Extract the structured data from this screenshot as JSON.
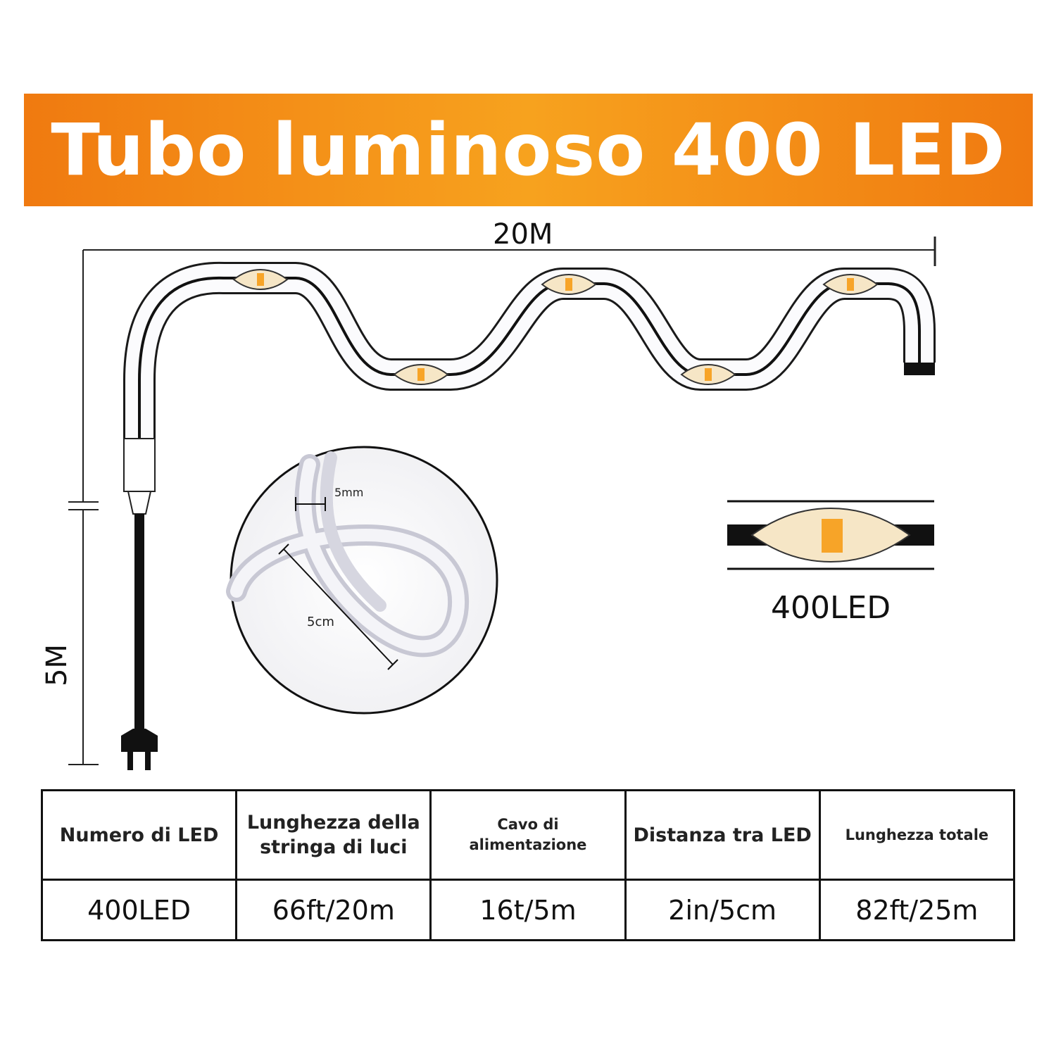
{
  "banner": {
    "title": "Tubo luminoso 400 LED"
  },
  "diagram": {
    "length_label": "20M",
    "power_cable_label": "5M",
    "tube_diameter_label": "5mm",
    "led_spacing_label": "5cm",
    "led_detail_label": "400LED"
  },
  "colors": {
    "banner": "#f39016",
    "led": "#f7a428",
    "led_housing": "#f6e6c6"
  },
  "specs": {
    "headers": [
      "Numero di LED",
      "Lunghezza della stringa di luci",
      "Cavo di alimentazione",
      "Distanza tra LED",
      "Lunghezza totale"
    ],
    "values": [
      "400LED",
      "66ft/20m",
      "16t/5m",
      "2in/5cm",
      "82ft/25m"
    ]
  }
}
